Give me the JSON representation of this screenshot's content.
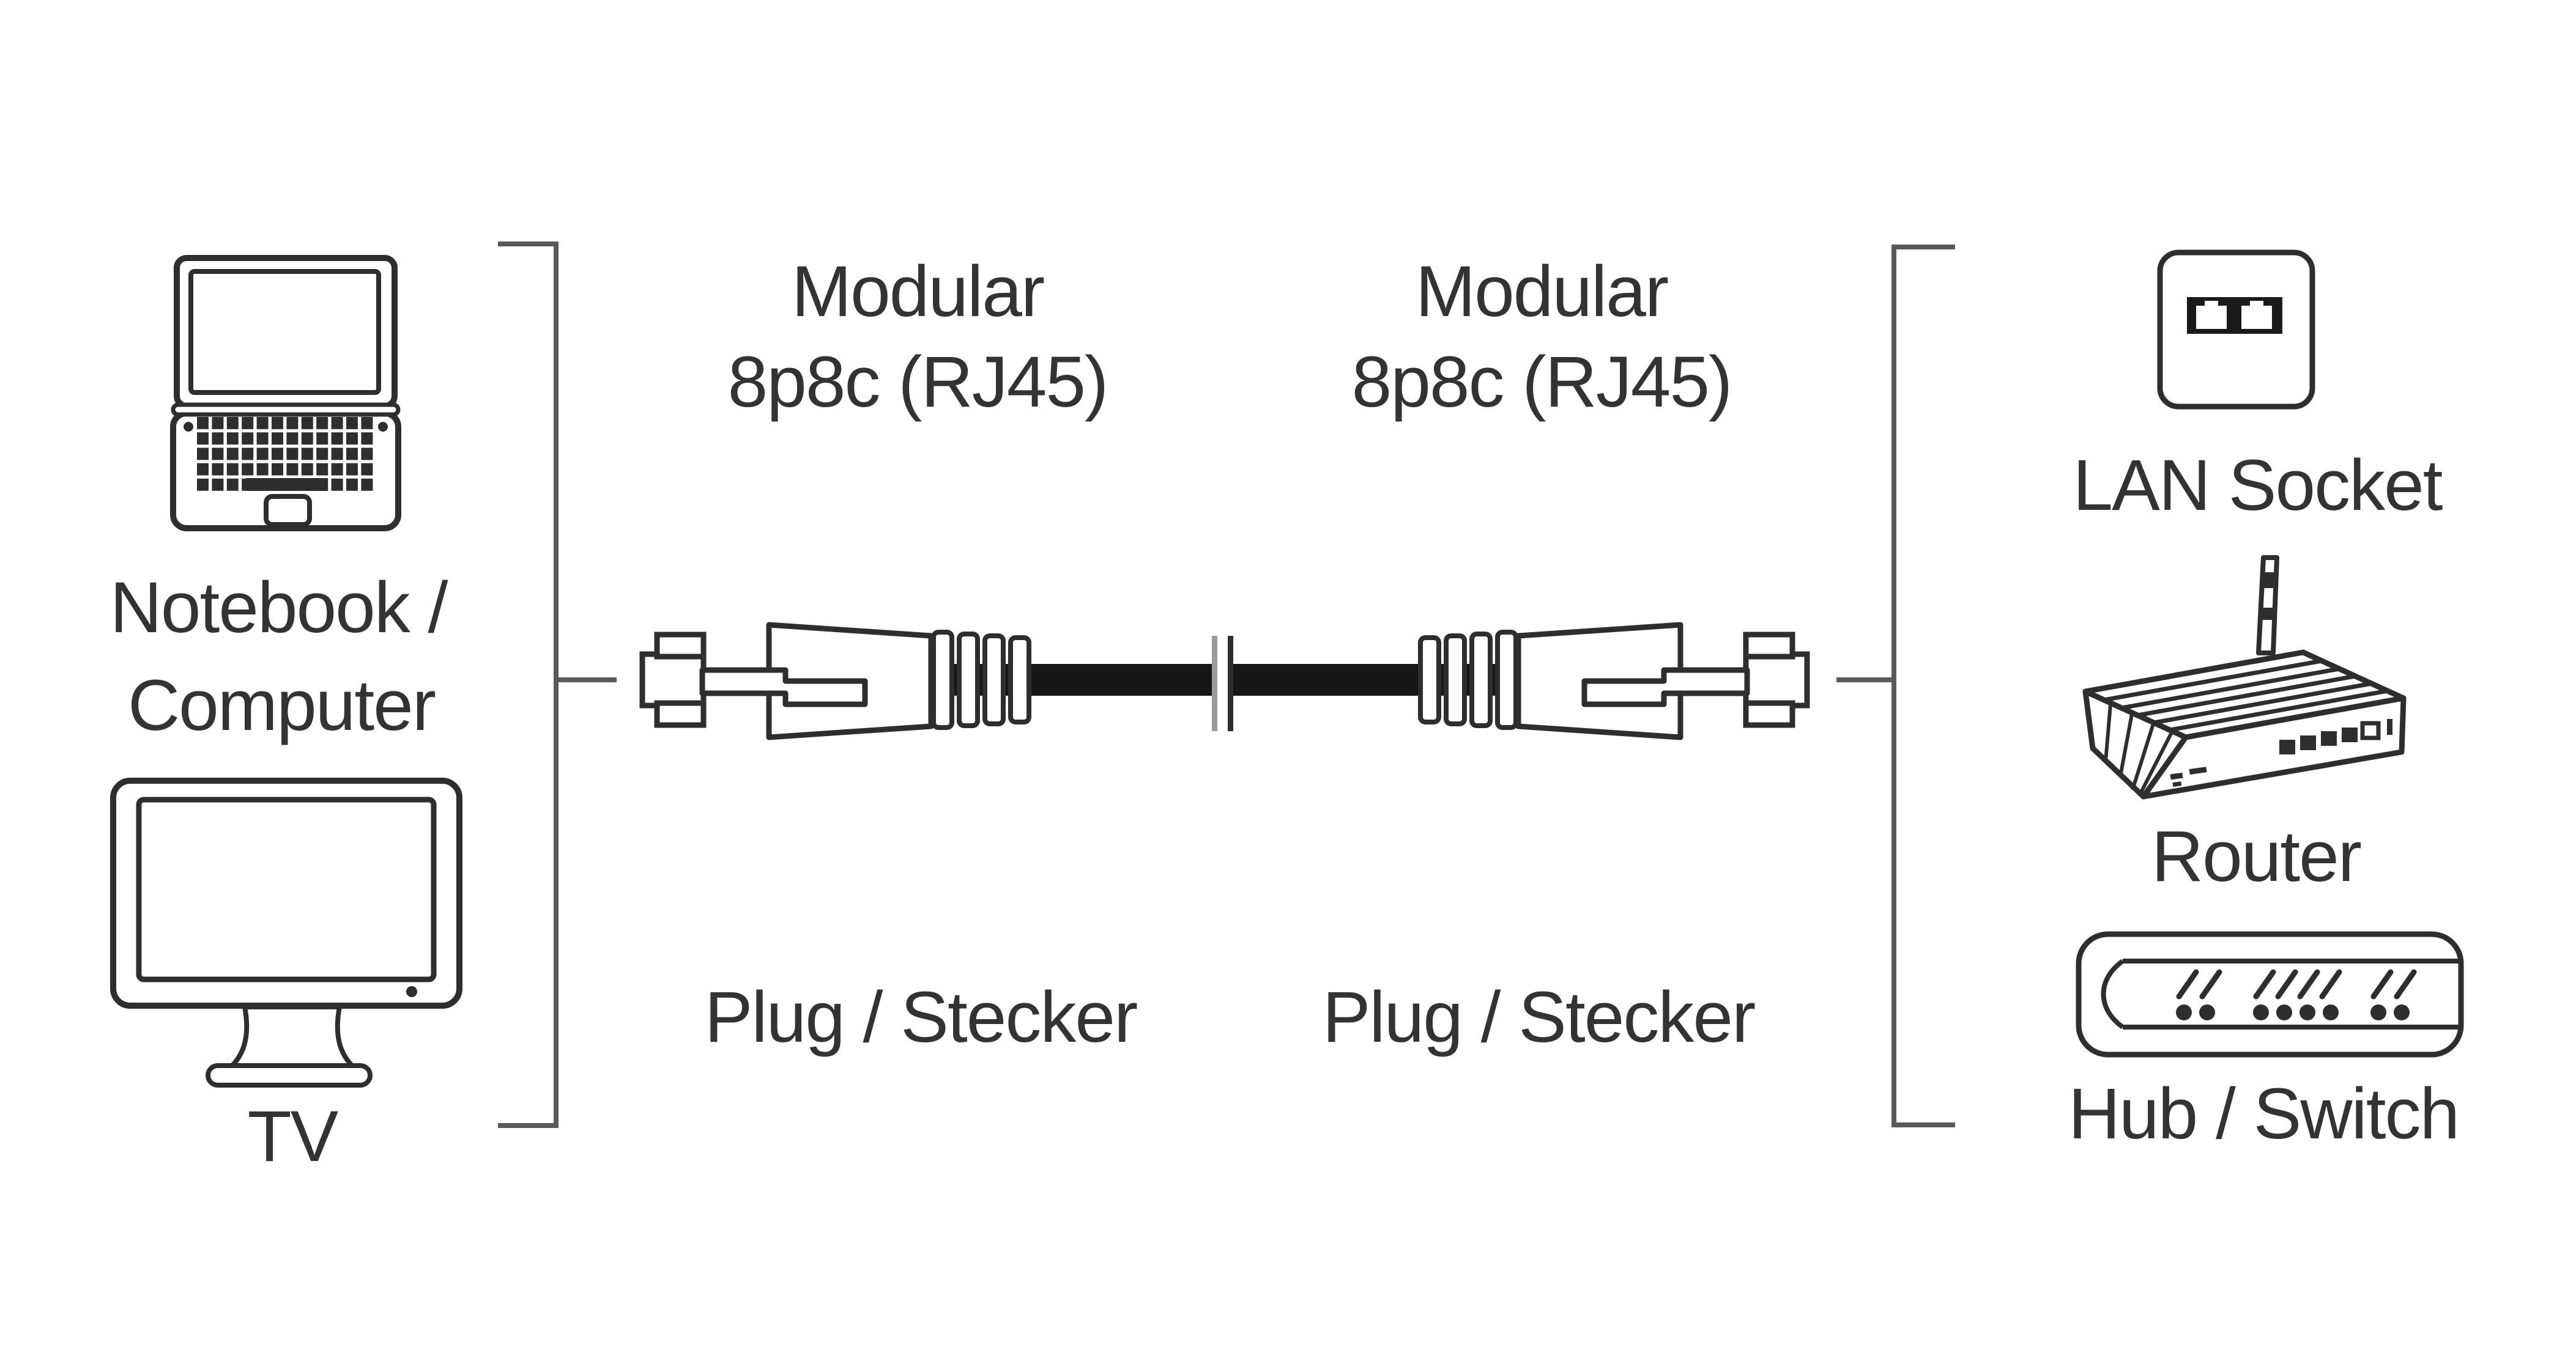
{
  "diagram": {
    "left_group": {
      "devices": [
        {
          "icon": "notebook-icon",
          "label_line1": "Notebook /",
          "label_line2": "Computer"
        },
        {
          "icon": "tv-icon",
          "label": "TV"
        }
      ]
    },
    "cable": {
      "left_end": {
        "type_line1": "Modular",
        "type_line2": "8p8c (RJ45)",
        "part": "Plug / Stecker"
      },
      "right_end": {
        "type_line1": "Modular",
        "type_line2": "8p8c (RJ45)",
        "part": "Plug / Stecker"
      }
    },
    "right_group": {
      "devices": [
        {
          "icon": "lan-socket-icon",
          "label": "LAN Socket"
        },
        {
          "icon": "router-icon",
          "label": "Router"
        },
        {
          "icon": "hub-switch-icon",
          "label": "Hub / Switch"
        }
      ]
    },
    "colors": {
      "ink": "#2e2e2e",
      "text": "#333333",
      "bracket": "#5a5a5a",
      "cable": "#161616",
      "break_mark_light": "#9b9b9b",
      "background": "#ffffff"
    }
  }
}
